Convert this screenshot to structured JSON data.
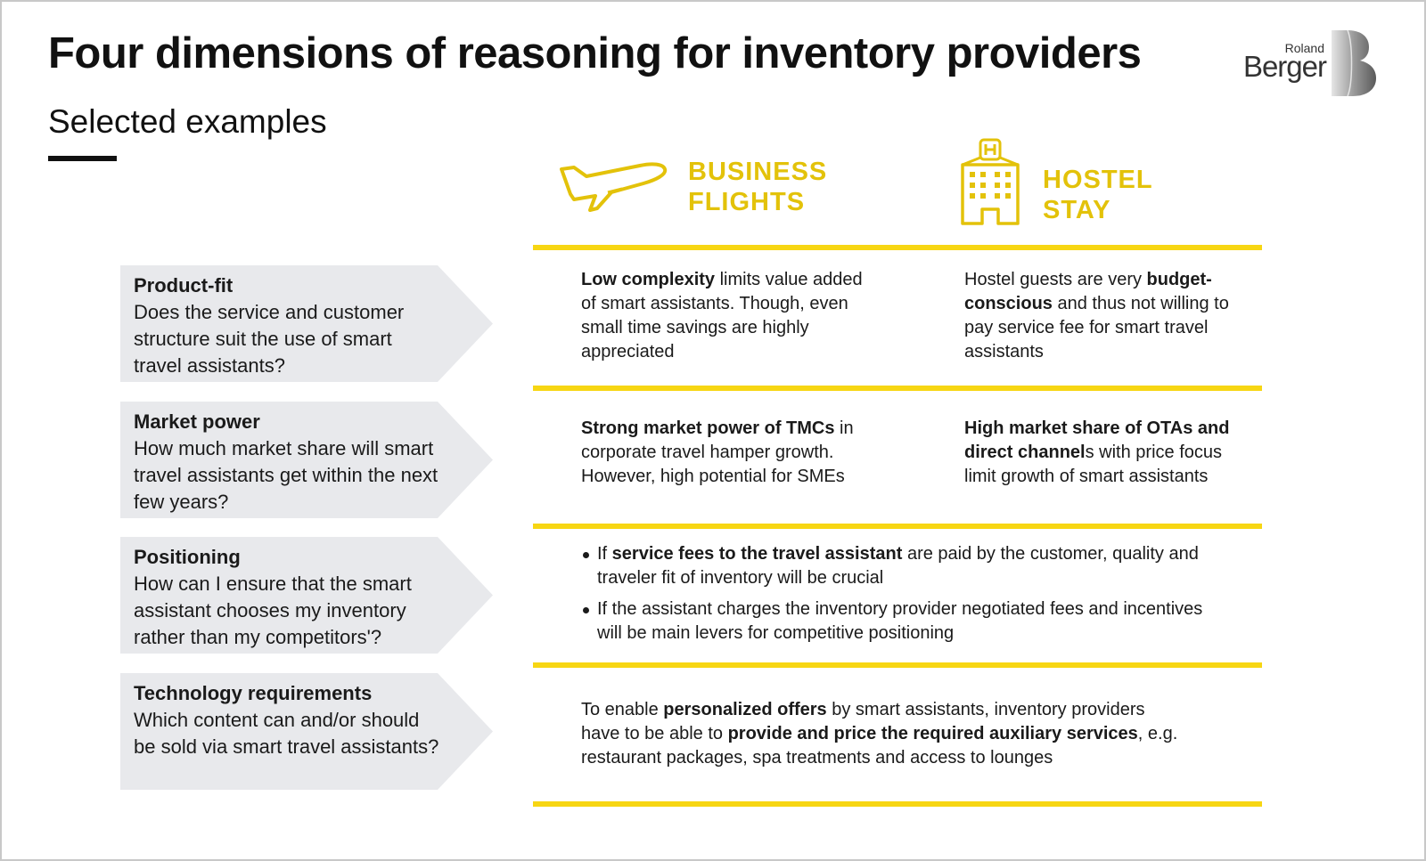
{
  "header": {
    "title": "Four dimensions of reasoning for inventory providers",
    "subtitle": "Selected examples"
  },
  "logo": {
    "line1": "Roland",
    "line2": "Berger"
  },
  "columns": [
    {
      "label": "BUSINESS\nFLIGHTS",
      "icon": "airplane-icon"
    },
    {
      "label": "HOSTEL\nSTAY",
      "icon": "hotel-building-icon"
    }
  ],
  "accent_color": "#f7d613",
  "dimensions": [
    {
      "title": "Product-fit",
      "question": "Does the service and customer structure suit the use of smart travel assistants?",
      "flights": [
        {
          "b": "Low complexity"
        },
        {
          "t": " limits value added of smart assistants. Though, even small time savings are highly appreciated"
        }
      ],
      "hostel": [
        {
          "t": "Hostel guests are very "
        },
        {
          "b": "budget-conscious"
        },
        {
          "t": " and thus not willing to pay service fee for smart travel assistants"
        }
      ]
    },
    {
      "title": "Market power",
      "question": "How much market share will smart travel assistants get within the next few years?",
      "flights": [
        {
          "b": "Strong market power of TMCs"
        },
        {
          "t": " in corporate travel hamper growth. However, high potential for SMEs"
        }
      ],
      "hostel": [
        {
          "b": "High market share of OTAs and direct channel"
        },
        {
          "t": "s with price focus limit growth of smart assistants"
        }
      ]
    },
    {
      "title": "Positioning",
      "question": "How can I ensure that the smart assistant chooses my inventory rather than my competitors'?",
      "bullets": [
        [
          {
            "t": "If "
          },
          {
            "b": "service fees to the travel assistant"
          },
          {
            "t": " are paid by the customer, quality and traveler fit of inventory will be crucial"
          }
        ],
        [
          {
            "t": "If the assistant charges the inventory provider negotiated fees and incentives will be main levers for competitive positioning"
          }
        ]
      ]
    },
    {
      "title": "Technology requirements",
      "question": "Which content can and/or should be sold via smart travel assistants?",
      "combined": [
        {
          "t": "To enable "
        },
        {
          "b": "personalized offers"
        },
        {
          "t": " by smart assistants, inventory providers have to be able to "
        },
        {
          "b": "provide and price the required auxiliary services"
        },
        {
          "t": ", e.g. restaurant packages, spa treatments and access to lounges"
        }
      ]
    }
  ]
}
